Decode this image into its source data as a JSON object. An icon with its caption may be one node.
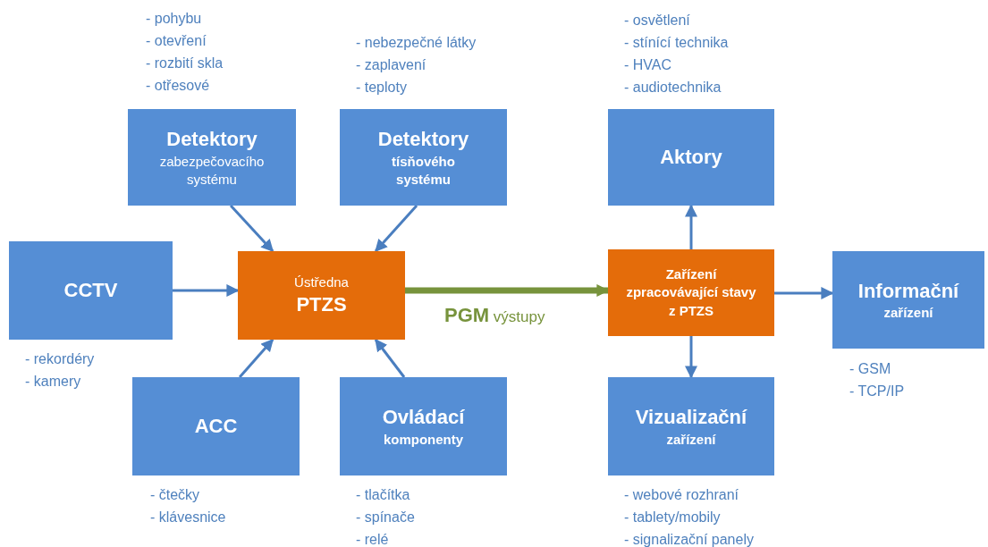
{
  "diagram": {
    "nodes": [
      {
        "text": [
          "Detektory",
          "zabezpečovacího systému"
        ],
        "beside": [
          "- pohybu",
          "- otevření",
          "- rozbití skla",
          "- otřesové"
        ]
      },
      {
        "text": [
          "Detektory",
          "tísňového systému"
        ],
        "beside": [
          "- nebezpečné látky",
          "- zaplavení",
          "- teploty"
        ]
      },
      {
        "text": [
          "Aktory"
        ],
        "beside": [
          "- osvětlení",
          "- stínící technika",
          "- HVAC",
          "- audiotechnika"
        ]
      },
      {
        "text": [
          "CCTV"
        ],
        "beside": [
          "- rekordéry",
          "- kamery"
        ]
      },
      {
        "text": [
          "Ústředna",
          "PTZS"
        ]
      },
      {
        "text": [
          "Zařízení zpracovávající stavy z PTZS"
        ]
      },
      {
        "text": [
          "Informační",
          "zařízení"
        ],
        "beside": [
          "- GSM",
          "- TCP/IP"
        ]
      },
      {
        "text": [
          "ACC"
        ],
        "beside": [
          "- čtečky",
          "- klávesnice"
        ]
      },
      {
        "text": [
          "Ovládací",
          "komponenty"
        ],
        "beside": [
          "- tlačítka",
          "- spínače",
          "- relé"
        ]
      },
      {
        "text": [
          "Vizualizační",
          "zařízení"
        ],
        "beside": [
          "- webové rozhraní",
          "- tablety/mobily",
          "- signalizační panely"
        ]
      }
    ],
    "edges": [
      {
        "from": 0,
        "to": 4,
        "arrow": "to"
      },
      {
        "from": 1,
        "to": 4,
        "arrow": "to"
      },
      {
        "from": 3,
        "to": 4,
        "arrow": "to"
      },
      {
        "from": 7,
        "to": 4,
        "arrow": "to"
      },
      {
        "from": 8,
        "to": 4,
        "arrow": "to"
      },
      {
        "from": 4,
        "to": 5,
        "arrow": "to",
        "label": "**PGM** výstupy",
        "style": "thick",
        "color": "#77933c"
      },
      {
        "from": 5,
        "to": 2,
        "arrow": "to"
      },
      {
        "from": 5,
        "to": 9,
        "arrow": "to"
      },
      {
        "from": 5,
        "to": 6,
        "arrow": "to"
      }
    ]
  }
}
